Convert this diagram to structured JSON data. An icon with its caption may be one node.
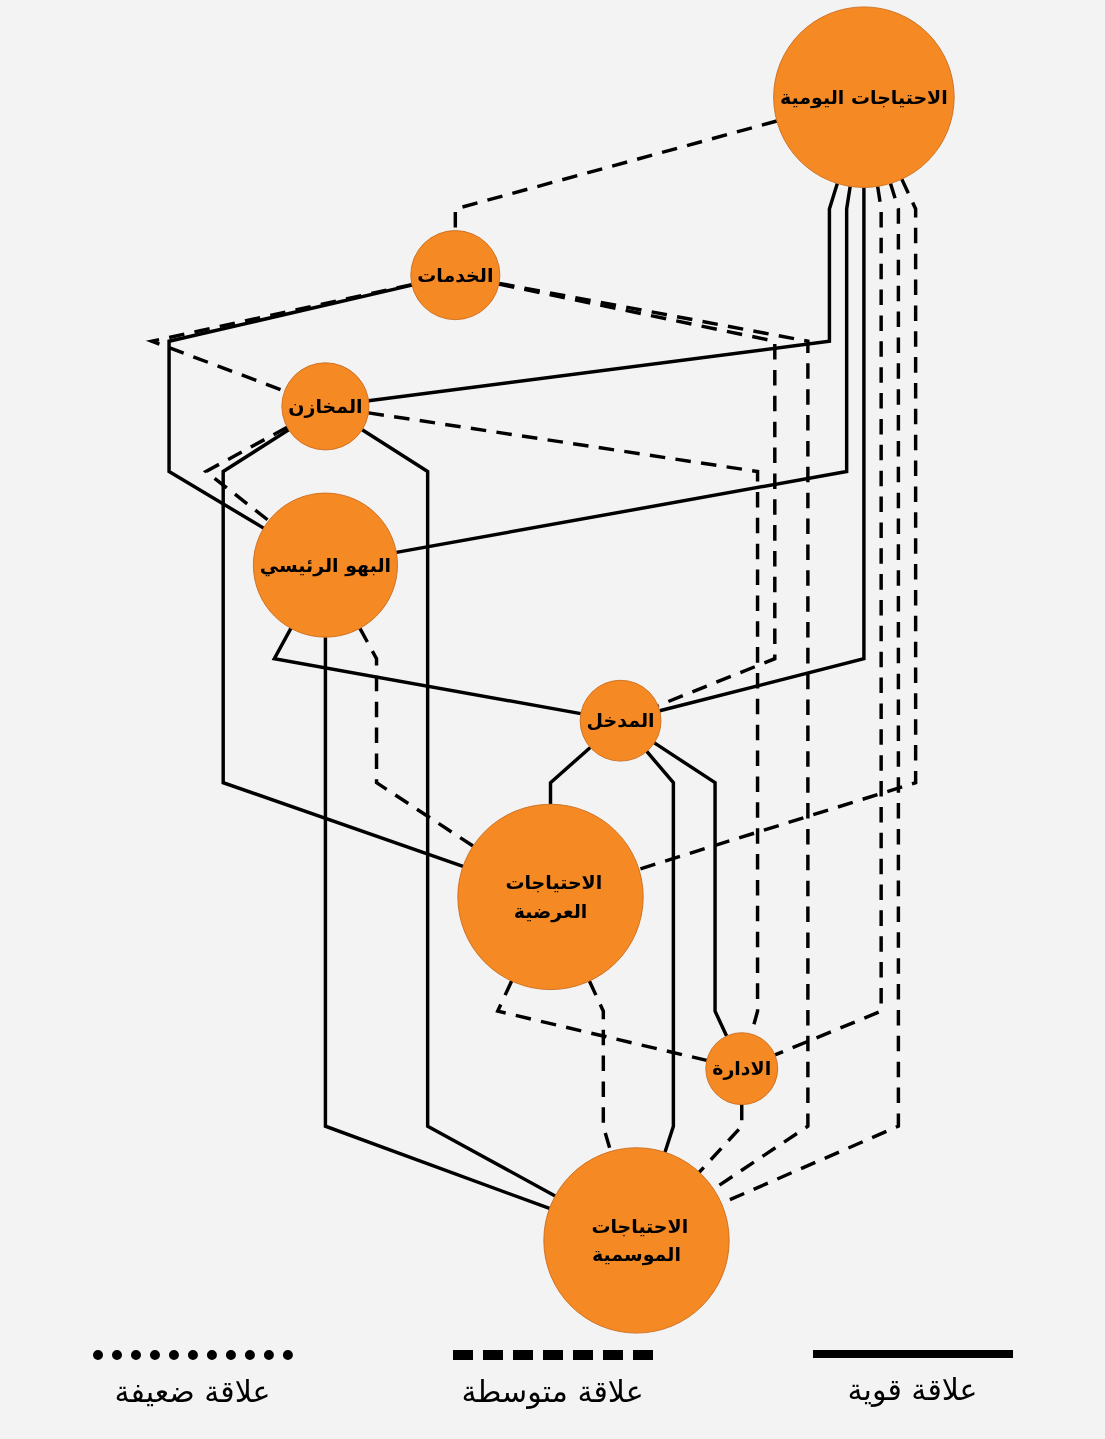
{
  "diagram": {
    "nodes": [
      {
        "text": [
          "الاحتياجات اليومية"
        ]
      },
      {
        "text": [
          "الخدمات"
        ]
      },
      {
        "text": [
          "المخازن"
        ]
      },
      {
        "text": [
          "البهو الرئيسي"
        ]
      },
      {
        "text": [
          "المدخل"
        ]
      },
      {
        "text": [
          "الاحتياجات العرضية"
        ]
      },
      {
        "text": [
          "الادارة"
        ]
      },
      {
        "text": [
          "الاحتياجات الموسمية"
        ]
      }
    ],
    "edges": [
      {
        "from": 0,
        "to": 1,
        "arrow": "none",
        "style": "dashed"
      },
      {
        "from": 0,
        "to": 2,
        "arrow": "none"
      },
      {
        "from": 0,
        "to": 3,
        "arrow": "none"
      },
      {
        "from": 0,
        "to": 4,
        "arrow": "none"
      },
      {
        "from": 0,
        "to": 6,
        "arrow": "none",
        "style": "dashed"
      },
      {
        "from": 0,
        "to": 7,
        "arrow": "none",
        "style": "dashed"
      },
      {
        "from": 0,
        "to": 5,
        "arrow": "none",
        "style": "dashed"
      },
      {
        "from": 1,
        "to": 2,
        "arrow": "none",
        "style": "dashed"
      },
      {
        "from": 1,
        "to": 3,
        "arrow": "none"
      },
      {
        "from": 1,
        "to": 4,
        "arrow": "none",
        "style": "dashed"
      },
      {
        "from": 1,
        "to": 7,
        "arrow": "none",
        "style": "dashed"
      },
      {
        "from": 2,
        "to": 3,
        "arrow": "none",
        "style": "dashed"
      },
      {
        "from": 2,
        "to": 5,
        "arrow": "none"
      },
      {
        "from": 2,
        "to": 7,
        "arrow": "none"
      },
      {
        "from": 2,
        "to": 6,
        "arrow": "none",
        "style": "dashed"
      },
      {
        "from": 3,
        "to": 4,
        "arrow": "none"
      },
      {
        "from": 3,
        "to": 7,
        "arrow": "none"
      },
      {
        "from": 3,
        "to": 5,
        "arrow": "none",
        "style": "dashed"
      },
      {
        "from": 4,
        "to": 5,
        "arrow": "none"
      },
      {
        "from": 4,
        "to": 7,
        "arrow": "none"
      },
      {
        "from": 4,
        "to": 6,
        "arrow": "none"
      },
      {
        "from": 5,
        "to": 6,
        "arrow": "none",
        "style": "dashed"
      },
      {
        "from": 5,
        "to": 7,
        "arrow": "none",
        "style": "dashed"
      },
      {
        "from": 6,
        "to": 7,
        "arrow": "none",
        "style": "dashed"
      }
    ],
    "legend": [
      {
        "text": "علاقة قوية"
      },
      {
        "text": "علاقة متوسطة"
      },
      {
        "text": "علاقة ضعيفة"
      }
    ]
  }
}
